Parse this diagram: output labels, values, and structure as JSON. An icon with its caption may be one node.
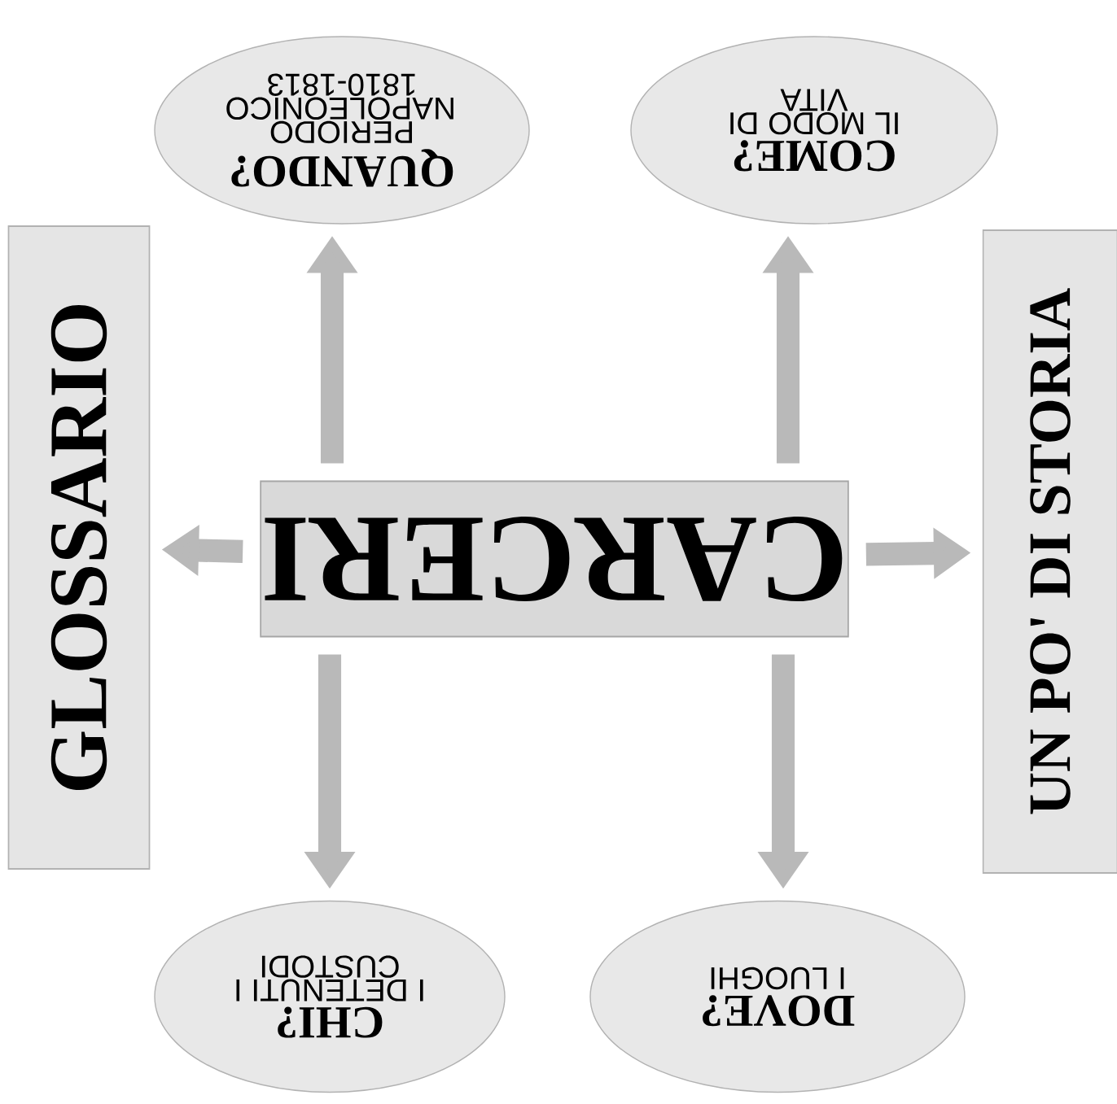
{
  "diagram": {
    "nodes": [
      {
        "text": [
          "CARCERI"
        ]
      },
      {
        "text": [
          "QUANDO?",
          "PERIODO NAPOLEONICO 1810-1813"
        ]
      },
      {
        "text": [
          "COME?",
          "IL MODO DI VITA"
        ]
      },
      {
        "text": [
          "CHI?",
          "I DETENUTI I CUSTODI"
        ]
      },
      {
        "text": [
          "DOVE?",
          "I LUOGHI"
        ]
      },
      {
        "text": [
          "GLOSSARIO"
        ]
      },
      {
        "text": [
          "UN PO' DI STORIA"
        ]
      }
    ],
    "edges": [
      {
        "from": 0,
        "to": 1,
        "arrow": "to"
      },
      {
        "from": 0,
        "to": 2,
        "arrow": "to"
      },
      {
        "from": 0,
        "to": 3,
        "arrow": "to"
      },
      {
        "from": 0,
        "to": 4,
        "arrow": "to"
      },
      {
        "from": 0,
        "to": 5,
        "arrow": "to"
      },
      {
        "from": 0,
        "to": 6,
        "arrow": "to"
      }
    ]
  }
}
